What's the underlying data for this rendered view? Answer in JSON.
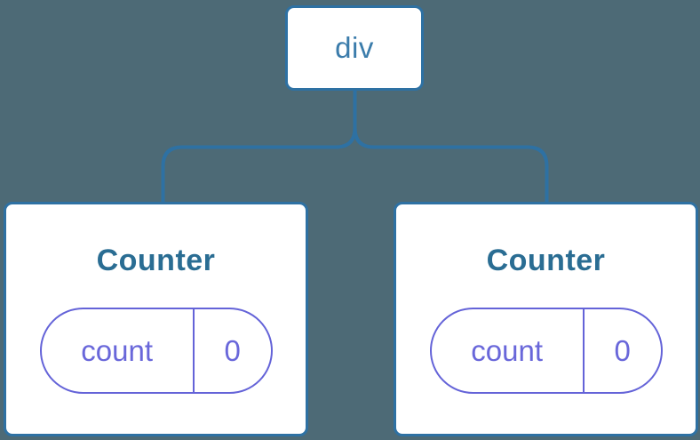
{
  "diagram": {
    "root_node": {
      "label": "div"
    },
    "children": [
      {
        "title": "Counter",
        "state": {
          "key": "count",
          "value": "0"
        }
      },
      {
        "title": "Counter",
        "state": {
          "key": "count",
          "value": "0"
        }
      }
    ]
  },
  "colors": {
    "background": "#4d6a76",
    "card_fill": "#ffffff",
    "tree_stroke": "#2e71a3",
    "root_label": "#3b7cab",
    "component_label": "#2a6d93",
    "state_accent": "#6463d8",
    "state_text": "#6967da"
  }
}
